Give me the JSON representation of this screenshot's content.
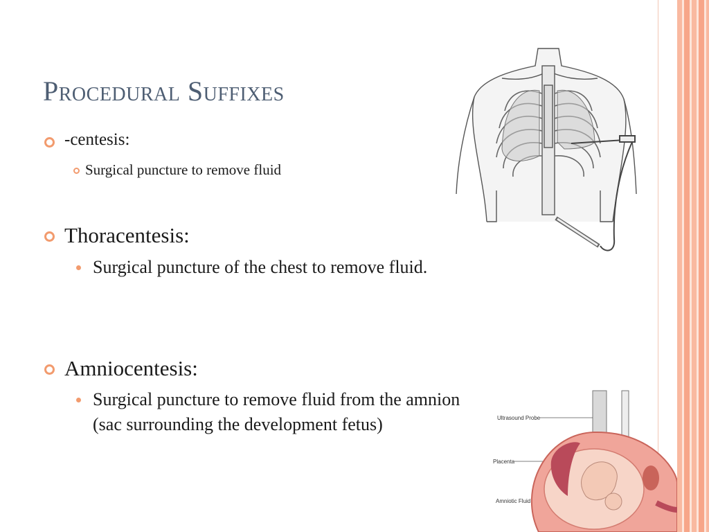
{
  "slide": {
    "title": "Procedural Suffixes",
    "items": [
      {
        "text": "-centesis:",
        "sub": [
          "Surgical puncture to remove fluid"
        ]
      },
      {
        "text": "Thoracentesis:",
        "sub": [
          "Surgical puncture of the chest to remove fluid."
        ]
      },
      {
        "text": "Amniocentesis:",
        "sub": [
          "Surgical puncture to remove fluid from the amnion",
          "(sac surrounding the development fetus)"
        ]
      }
    ],
    "amnio_figure": {
      "labels": {
        "probe": "Ultrasound Probe",
        "placenta": "Placenta",
        "fluid": "Amniotic Fluid"
      }
    }
  },
  "colors": {
    "title": "#4e5e73",
    "bullet": "#f29b6e",
    "frame": "#f7a689"
  },
  "icons": {
    "level1_bullet": "ring-bullet-icon",
    "level2_bullet": "dot-bullet-icon"
  }
}
